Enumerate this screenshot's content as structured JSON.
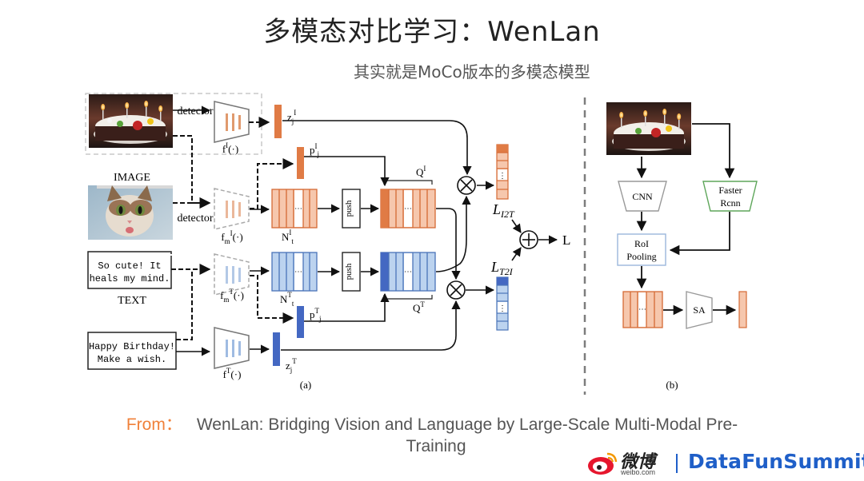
{
  "slide": {
    "title": "多模态对比学习：WenLan",
    "subtitle": "其实就是MoCo版本的多模态模型",
    "source_from": "From：",
    "source_ref_line1": "WenLan: Bridging Vision and Language by Large-Scale Multi-Modal Pre-",
    "source_ref_line2": "Training"
  },
  "diagram_a": {
    "caption": "(a)",
    "detector_top": "detector",
    "detector_mid": "detector",
    "image_label": "IMAGE",
    "text_label": "TEXT",
    "text_box_1_line1": "So cute! It",
    "text_box_1_line2": "heals my mind.",
    "text_box_2_line1": "Happy Birthday!",
    "text_box_2_line2": "Make a wish.",
    "f_image": "f",
    "f_image_sup": "I",
    "f_image_arg": "(·)",
    "fm_image": "f",
    "fm_image_sub": "m",
    "fm_image_sup": "I",
    "fm_image_arg": "(·)",
    "fm_text": "f",
    "fm_text_sub": "m",
    "fm_text_sup": "T",
    "fm_text_arg": "(·)",
    "f_text": "f",
    "f_text_sup": "T",
    "f_text_arg": "(·)",
    "z_image": "z",
    "z_image_sub": "j",
    "z_image_sup": "I",
    "p_image": "p",
    "p_image_sup": "I",
    "p_image_sub": "j",
    "n_image": "N",
    "n_image_sup": "I",
    "n_image_sub": "t",
    "n_text": "N",
    "n_text_sup": "T",
    "n_text_sub": "t",
    "p_text": "p",
    "p_text_sup": "T",
    "p_text_sub": "j",
    "z_text": "z",
    "z_text_sub": "j",
    "z_text_sup": "T",
    "push_1": "push",
    "push_2": "push",
    "q_image": "Q",
    "q_image_sup": "I",
    "q_text": "Q",
    "q_text_sup": "T",
    "loss_i2t": "L",
    "loss_i2t_sub": "I2T",
    "loss_t2i": "L",
    "loss_t2i_sub": "T2I",
    "loss_total": "L",
    "dots": "⋯",
    "vdots": "⋮"
  },
  "diagram_b": {
    "caption": "(b)",
    "cnn": "CNN",
    "faster_line1": "Faster",
    "faster_line2": "Rcnn",
    "roi_line1": "RoI",
    "roi_line2": "Pooling",
    "sa": "SA",
    "dots": "⋯"
  },
  "brand": {
    "weibo": "微博",
    "weibo_url": "weibo.com",
    "name": "DataFunSummit"
  },
  "colors": {
    "orange_fill": "#f6c7ad",
    "orange_dark": "#e07b45",
    "orange_stroke": "#d56a35",
    "blue_fill": "#bcd3ef",
    "blue_dark": "#4468c2",
    "blue_stroke": "#4a74b8",
    "green_stroke": "#5ea65a",
    "brand_blue": "#1f5fc8",
    "from_orange": "#f0813a"
  }
}
